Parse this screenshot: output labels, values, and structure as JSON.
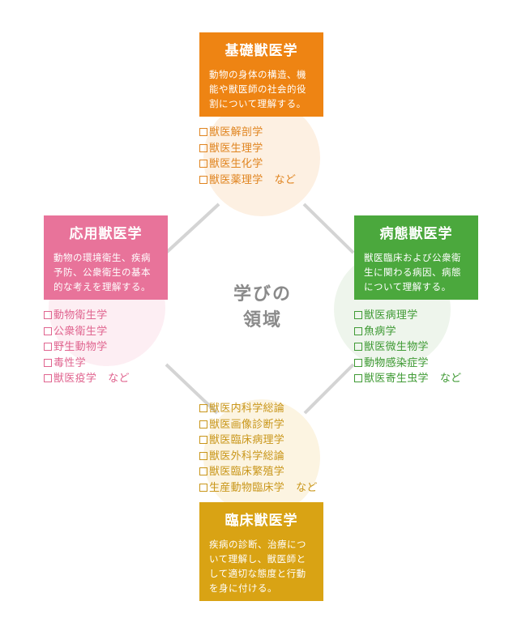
{
  "center": {
    "line1": "学びの",
    "line2": "領域"
  },
  "colors": {
    "orange": "#ee8413",
    "pink": "#e8739a",
    "green": "#4ba83d",
    "gold": "#d9a314",
    "line": "#d4d4d4"
  },
  "fields": {
    "kiso": {
      "title": "基礎獣医学",
      "desc": "動物の身体の構造、機能や獣医師の社会的役割について理解する。",
      "items": [
        "獣医解剖学",
        "獣医生理学",
        "獣医生化学",
        "獣医薬理学"
      ],
      "suffix": "など"
    },
    "oyo": {
      "title": "応用獣医学",
      "desc": "動物の環境衛生、疾病予防、公衆衛生の基本的な考えを理解する。",
      "items": [
        "動物衛生学",
        "公衆衛生学",
        "野生動物学",
        "毒性学",
        "獣医疫学"
      ],
      "suffix": "など"
    },
    "byotai": {
      "title": "病態獣医学",
      "desc": "獣医臨床および公衆衛生に関わる病因、病態について理解する。",
      "items": [
        "獣医病理学",
        "魚病学",
        "獣医微生物学",
        "動物感染症学",
        "獣医寄生虫学"
      ],
      "suffix": "など"
    },
    "rinsho": {
      "title": "臨床獣医学",
      "desc": "疾病の診断、治療について理解し、獣医師として適切な態度と行動を身に付ける。",
      "items": [
        "獣医内科学総論",
        "獣医画像診断学",
        "獣医臨床病理学",
        "獣医外科学総論",
        "獣医臨床繁殖学",
        "生産動物臨床学"
      ],
      "suffix": "など"
    }
  }
}
